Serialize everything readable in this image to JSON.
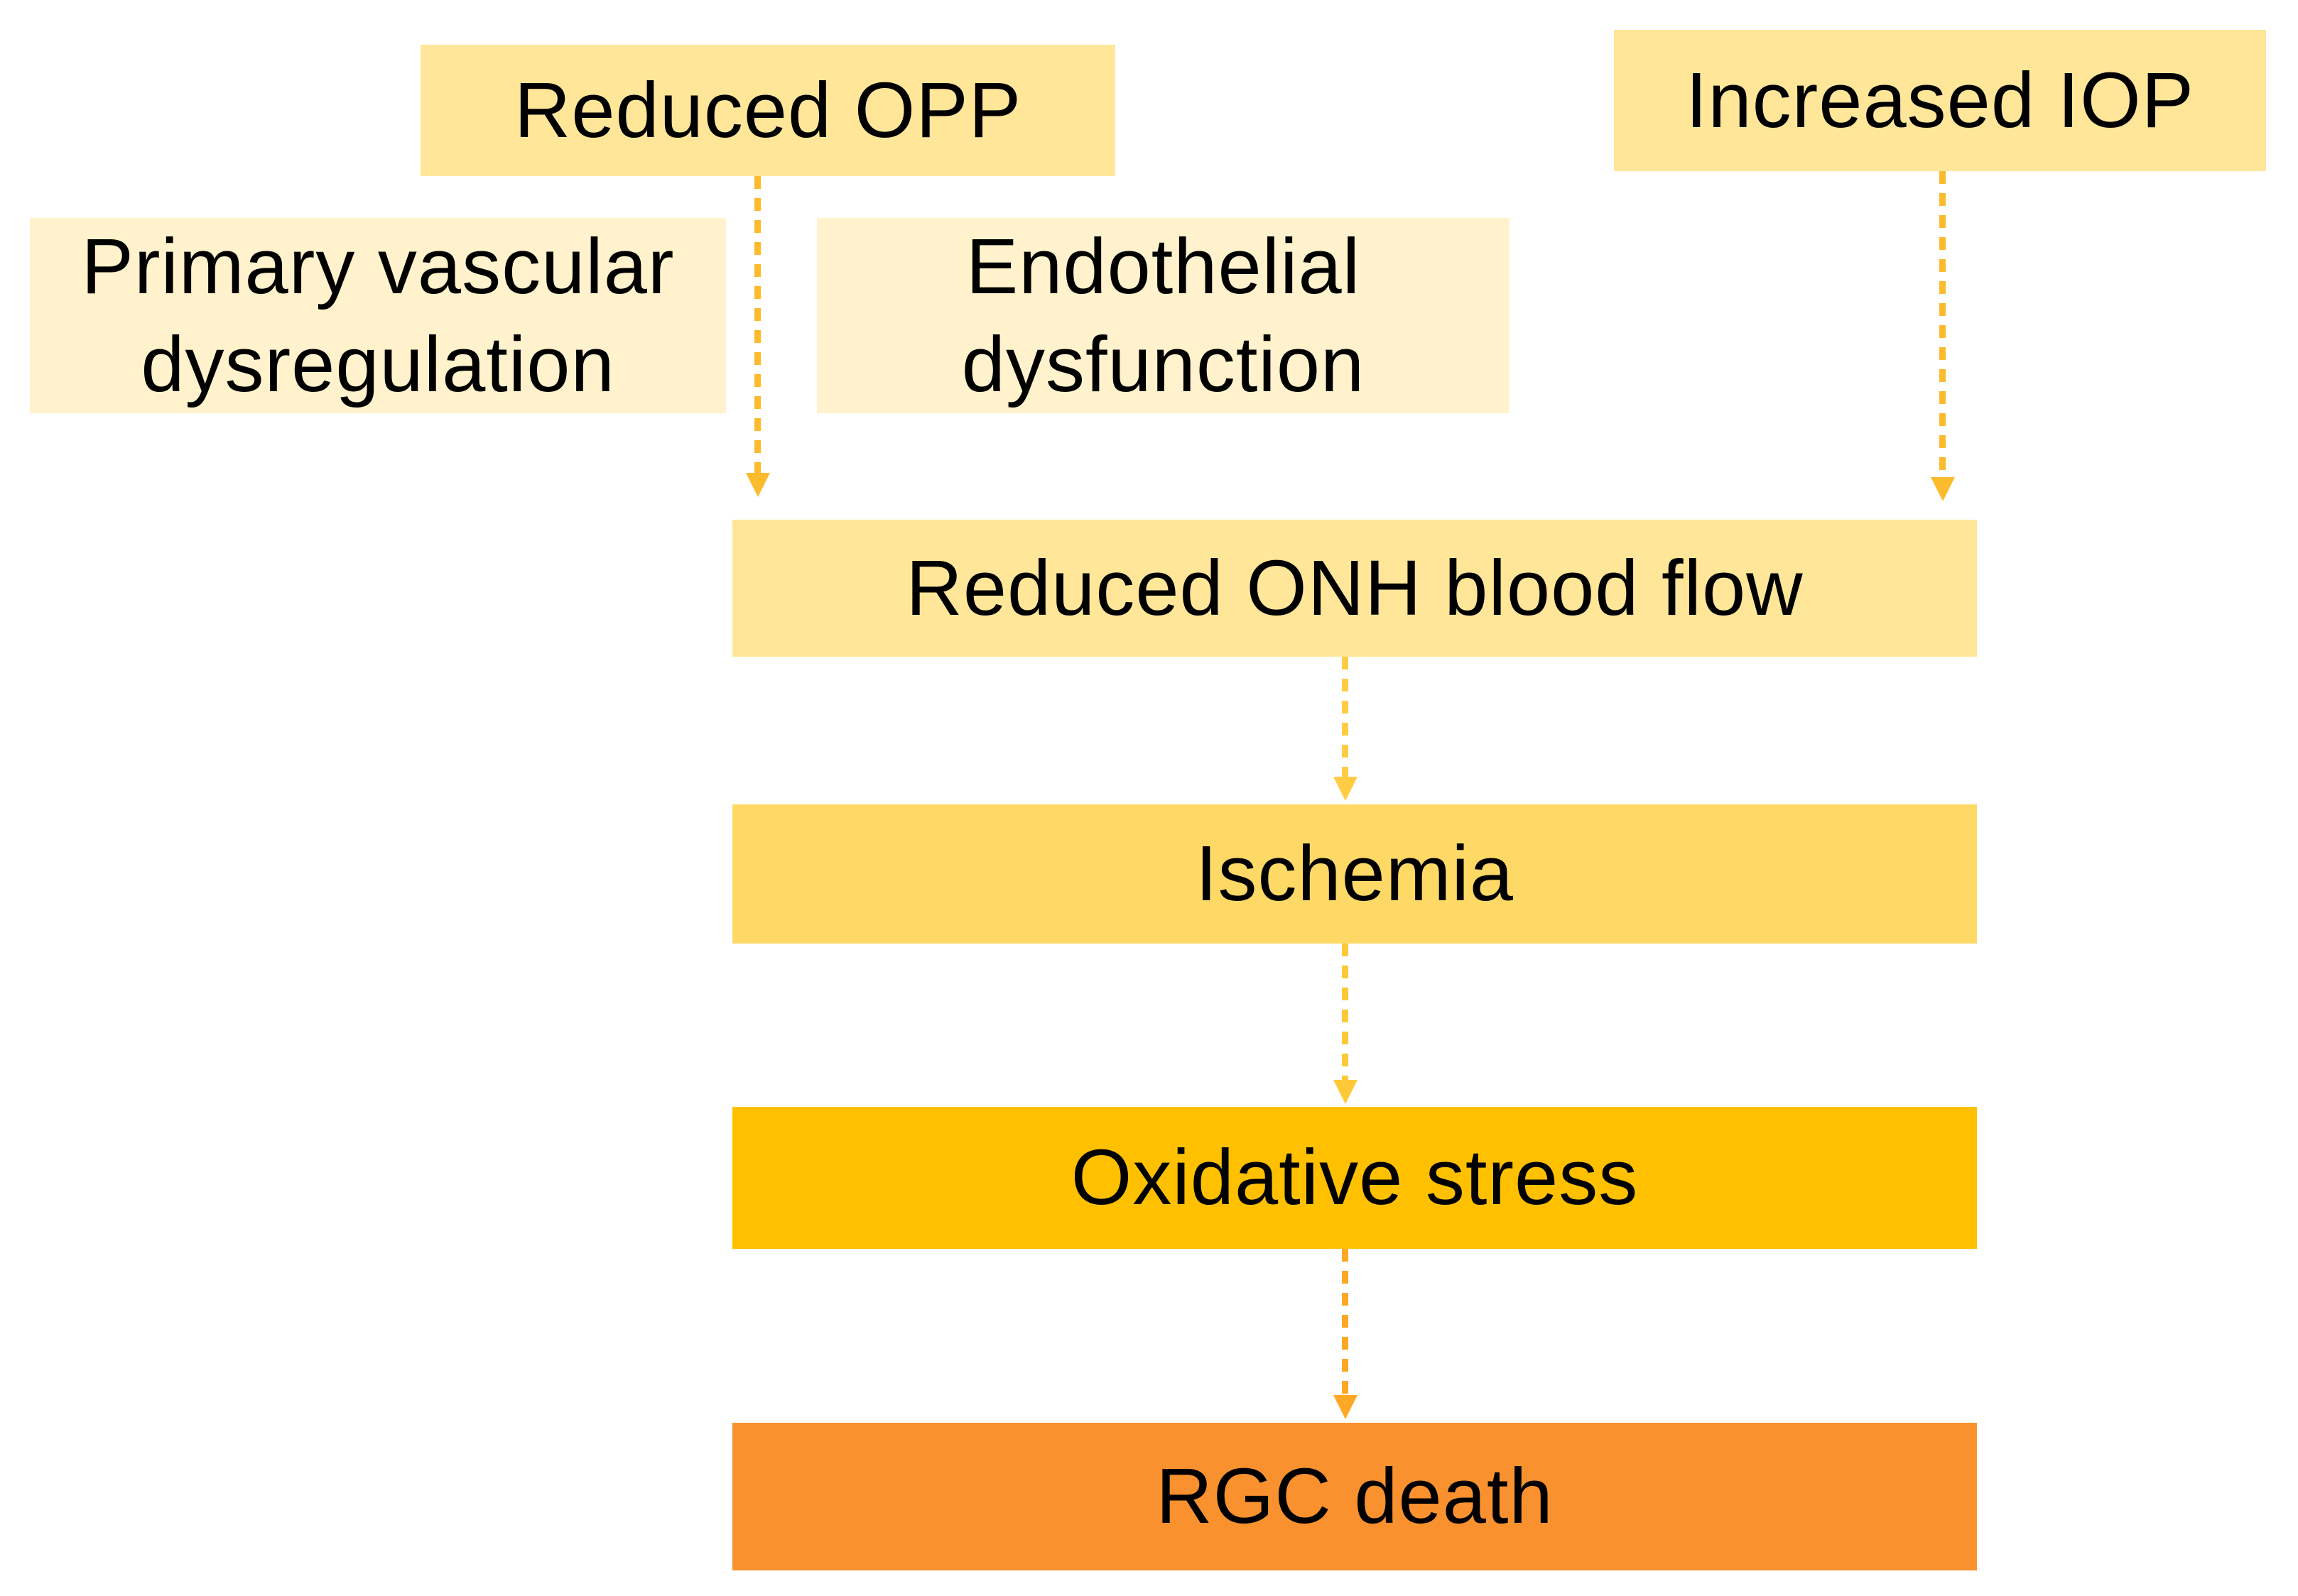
{
  "diagram": {
    "type": "flowchart",
    "background_color": "#FFFFFF",
    "text_color": "#000000",
    "nodes": [
      {
        "id": "reduced-opp",
        "label": "Reduced OPP",
        "fill": "#FFE699"
      },
      {
        "id": "increased-iop",
        "label": "Increased IOP",
        "fill": "#FFE699"
      },
      {
        "id": "primary-vascular-dysregulation",
        "label": "Primary vascular dysregulation",
        "fill": "#FFF2CC"
      },
      {
        "id": "endothelial-dysfunction",
        "label": "Endothelial dysfunction",
        "fill": "#FFF2CC"
      },
      {
        "id": "reduced-onh-blood-flow",
        "label": "Reduced ONH blood flow",
        "fill": "#FFE699"
      },
      {
        "id": "ischemia",
        "label": "Ischemia",
        "fill": "#FFD966"
      },
      {
        "id": "oxidative-stress",
        "label": "Oxidative stress",
        "fill": "#FFC000"
      },
      {
        "id": "rgc-death",
        "label": "RGC death",
        "fill": "#F9912E"
      }
    ],
    "edges": [
      {
        "from": "reduced-opp",
        "to": "reduced-onh-blood-flow",
        "style": "dashed-arrow",
        "color": "#FBBB2D"
      },
      {
        "from": "increased-iop",
        "to": "reduced-onh-blood-flow",
        "style": "dashed-arrow",
        "color": "#FBBB2D"
      },
      {
        "from": "reduced-onh-blood-flow",
        "to": "ischemia",
        "style": "dashed-arrow",
        "color": "#FFCC44"
      },
      {
        "from": "ischemia",
        "to": "oxidative-stress",
        "style": "dashed-arrow",
        "color": "#FFC838"
      },
      {
        "from": "oxidative-stress",
        "to": "rgc-death",
        "style": "dashed-arrow",
        "color": "#FFA826"
      }
    ]
  }
}
